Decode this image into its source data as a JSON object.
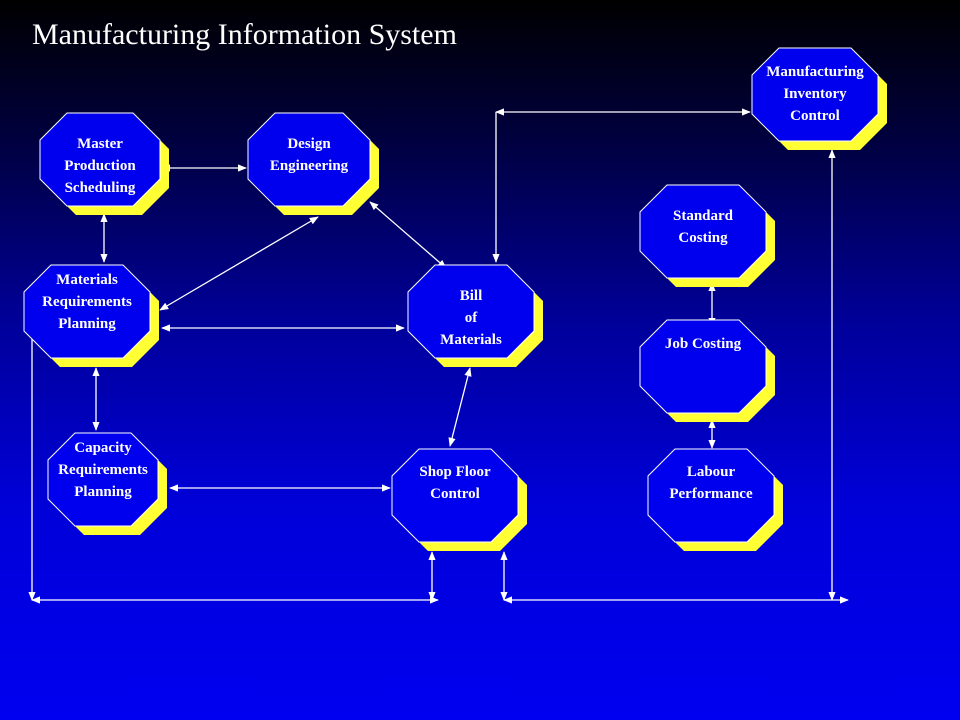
{
  "title": "Manufacturing Information System",
  "colors": {
    "node_fill": "#0000ee",
    "node_shadow": "#ffff33",
    "node_stroke": "#ffffff",
    "line": "#ffffff"
  },
  "nodes": [
    {
      "id": "mps",
      "lines": [
        "Master",
        "Production",
        "Scheduling"
      ]
    },
    {
      "id": "de",
      "lines": [
        "Design",
        "Engineering"
      ]
    },
    {
      "id": "mic",
      "lines": [
        "Manufacturing",
        "Inventory",
        "Control"
      ]
    },
    {
      "id": "sc",
      "lines": [
        "Standard",
        "Costing"
      ]
    },
    {
      "id": "mrp",
      "lines": [
        "Materials",
        "Requirements",
        "Planning"
      ]
    },
    {
      "id": "bom",
      "lines": [
        "Bill",
        "of",
        "Materials"
      ]
    },
    {
      "id": "jc",
      "lines": [
        "Job Costing"
      ]
    },
    {
      "id": "crp",
      "lines": [
        "Capacity",
        "Requirements",
        "Planning"
      ]
    },
    {
      "id": "sfc",
      "lines": [
        "Shop Floor",
        "Control"
      ]
    },
    {
      "id": "lp",
      "lines": [
        "Labour",
        "Performance"
      ]
    }
  ]
}
